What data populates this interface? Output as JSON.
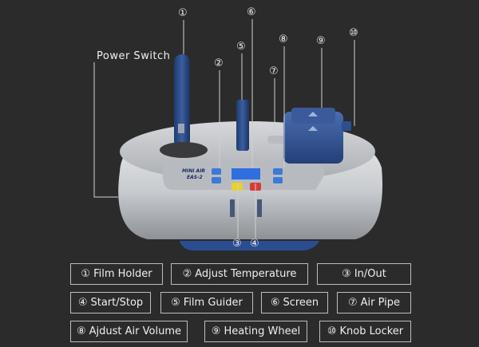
{
  "callouts": [
    {
      "num": "①"
    },
    {
      "num": "②"
    },
    {
      "num": "③"
    },
    {
      "num": "④"
    },
    {
      "num": "⑤"
    },
    {
      "num": "⑥"
    },
    {
      "num": "⑦"
    },
    {
      "num": "⑧"
    },
    {
      "num": "⑨"
    },
    {
      "num": "⑩"
    }
  ],
  "power_switch_label": "Power Switch",
  "brand": {
    "line1": "MINI AIR",
    "line2": "EAS-2"
  },
  "legend": [
    {
      "num": "①",
      "label": "Film Holder"
    },
    {
      "num": "②",
      "label": "Adjust Temperature"
    },
    {
      "num": "③",
      "label": "In/Out"
    },
    {
      "num": "④",
      "label": "Start/Stop"
    },
    {
      "num": "⑤",
      "label": "Film Guider"
    },
    {
      "num": "⑥",
      "label": "Screen"
    },
    {
      "num": "⑦",
      "label": "Air Pipe"
    },
    {
      "num": "⑧",
      "label": "Ajdust Air Volume"
    },
    {
      "num": "⑨",
      "label": "Heating Wheel"
    },
    {
      "num": "⑩",
      "label": "Knob Locker"
    }
  ],
  "colors": {
    "background": "#2b2b2b",
    "machine_body": "#c9ccd0",
    "accent_blue": "#2e4f8f",
    "screen_blue": "#2f6fe0"
  }
}
